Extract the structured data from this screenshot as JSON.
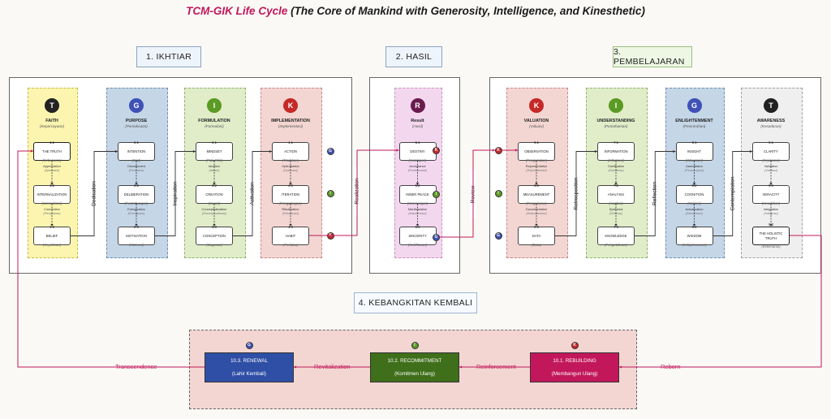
{
  "title": {
    "accent": "TCM-GIK Life Cycle",
    "rest": "(The Core of Mankind with Generosity, Intelligence, and Kinesthetic)"
  },
  "headers": {
    "ikhtiar": "1. IKHTIAR",
    "hasil": "2. HASIL",
    "pembelajaran": "3. PEMBELAJARAN",
    "kebangkitan": "4. KEBANGKITAN KEMBALI"
  },
  "colors": {
    "T": "#222222",
    "G": "#3f51b5",
    "I": "#5b9a24",
    "K": "#c62828",
    "R": "#6a1b4d",
    "accent": "#c2185b"
  },
  "ikhtiar": {
    "faith": {
      "letter": "T",
      "title": "FAITH",
      "sub": "(Kepercayaan)",
      "nodes": [
        {
          "num": "1.1",
          "name": "THE TRUTH",
          "sub": "(Kebenaran)"
        },
        {
          "num": "1.2",
          "name": "INTERNALIZATION",
          "sub": "(Internalisasi)"
        },
        {
          "num": "1.3",
          "name": "BELIEF",
          "sub": "(Keyakinan)"
        }
      ],
      "edges": [
        {
          "name": "Appreciation",
          "sub": "(Apresiasi)"
        },
        {
          "name": "Connection",
          "sub": "(Penyatuan)"
        }
      ]
    },
    "purpose": {
      "letter": "G",
      "title": "PURPOSE",
      "sub": "(Pemaknaan)",
      "nodes": [
        {
          "num": "2.1",
          "name": "INTENTION",
          "sub": "(Niat)"
        },
        {
          "num": "2.2",
          "name": "DELIBERATION",
          "sub": "(Pertimbangan)"
        },
        {
          "num": "2.3",
          "name": "MOTIVATION",
          "sub": "(Motivasi)"
        }
      ],
      "edges": [
        {
          "name": "Discernment",
          "sub": "(Penilaian)"
        },
        {
          "name": "Energization",
          "sub": "(Energisasi)"
        }
      ]
    },
    "formulation": {
      "letter": "I",
      "title": "FORMULATION",
      "sub": "(Formulasi)",
      "nodes": [
        {
          "num": "3.1",
          "name": "MINDSET",
          "sub": "(Pola Pikir)"
        },
        {
          "num": "3.2",
          "name": "CREATION",
          "sub": "(Kreasi)"
        },
        {
          "num": "3.3",
          "name": "CONCEPTION",
          "sub": "(Gagasan)"
        }
      ],
      "edges": [
        {
          "name": "Ideation",
          "sub": "(Ideasi)"
        },
        {
          "name": "Conceptualization",
          "sub": "(Konseptualisasi)"
        }
      ]
    },
    "implementation": {
      "letter": "K",
      "title": "IMPLEMENTATION",
      "sub": "(Implementasi)",
      "nodes": [
        {
          "num": "4.1",
          "name": "ACTION",
          "sub": "(Tindakan)"
        },
        {
          "num": "4.2",
          "name": "ITERATION",
          "sub": "(Pengulangan)"
        },
        {
          "num": "4.3",
          "name": "HABIT",
          "sub": "(Perilaku)"
        }
      ],
      "edges": [
        {
          "name": "Optimization",
          "sub": "(Optimasi)"
        },
        {
          "name": "Ritualization",
          "sub": "(Ritualisasi)"
        }
      ]
    },
    "arrows": {
      "dedication": "Dedication",
      "inspiration": "Inspiration",
      "activation": "Activation"
    }
  },
  "hasil": {
    "letter": "R",
    "title": "Result",
    "sub": "(Hasil)",
    "nodes": [
      {
        "num": "5.1",
        "name": "DESTINY",
        "sub": "(Ketetapan)"
      },
      {
        "num": "5.2",
        "name": "INNER PEACE",
        "sub": "(Ketenangan)"
      },
      {
        "num": "5.3",
        "name": "SINCERITY",
        "sub": "(Keikhlasan)"
      }
    ],
    "edges": [
      {
        "name": "Acceptance",
        "sub": "(Penerimaan)"
      },
      {
        "name": "Manifestation",
        "sub": "(Manifestasi)"
      }
    ],
    "badges": [
      "K",
      "I",
      "G"
    ],
    "arrows": {
      "realization": "Realization",
      "review": "Review"
    }
  },
  "pembelajaran": {
    "valuation": {
      "letter": "K",
      "title": "VALUATION",
      "sub": "(Valuasi)",
      "nodes": [
        {
          "num": "6.1",
          "name": "OBSERVATION",
          "sub": "(Pengamatan)"
        },
        {
          "num": "6.2",
          "name": "MEASUREMENT",
          "sub": "(Pengukuran)"
        },
        {
          "num": "6.3",
          "name": "DATA",
          "sub": "(Data)"
        }
      ],
      "edges": [
        {
          "name": "Representation",
          "sub": "(Representasi)"
        },
        {
          "name": "Documentation",
          "sub": "(Dokumentasi)"
        }
      ]
    },
    "understanding": {
      "letter": "I",
      "title": "UNDERSTANDING",
      "sub": "(Pemahaman)",
      "nodes": [
        {
          "num": "7.1",
          "name": "INFORMATION",
          "sub": "(Informasi)"
        },
        {
          "num": "7.2",
          "name": "ANALYSIS",
          "sub": "(Analisis)"
        },
        {
          "num": "7.3",
          "name": "KNOWLEDGE",
          "sub": "(Pengetahuan)"
        }
      ],
      "edges": [
        {
          "name": "Clarification",
          "sub": "(Klarifikasi)"
        },
        {
          "name": "Synthesis",
          "sub": "(Sintesis)"
        }
      ]
    },
    "enlightenment": {
      "letter": "G",
      "title": "ENLIGHTENMENT",
      "sub": "(Pencerahan)",
      "nodes": [
        {
          "num": "8.1",
          "name": "INSIGHT",
          "sub": "(Wawasan)"
        },
        {
          "num": "8.2",
          "name": "COGNITION",
          "sub": "(Kognisi)"
        },
        {
          "num": "8.3",
          "name": "WISDOM",
          "sub": "(Kebijaksanaan)"
        }
      ],
      "edges": [
        {
          "name": "Assimilation",
          "sub": "(Penyerapan)"
        },
        {
          "name": "Actualization",
          "sub": "(Aktualisasi)"
        }
      ]
    },
    "awareness": {
      "letter": "T",
      "title": "AWARENESS",
      "sub": "(Kesadaran)",
      "nodes": [
        {
          "num": "9.1",
          "name": "CLARITY",
          "sub": "(Kejelasan)"
        },
        {
          "num": "9.2",
          "name": "VERACITY",
          "sub": "(Kesahihan)"
        },
        {
          "num": "9.3",
          "name": "THE HOLISTIC TRUTH",
          "sub": "(Kebenaran)"
        }
      ],
      "edges": [
        {
          "name": "Validation",
          "sub": "(Validasi)"
        },
        {
          "name": "Integration",
          "sub": "(Integrasi)"
        }
      ]
    },
    "arrows": {
      "retrospection": "Retrospection",
      "reflection": "Reflection",
      "contemplation": "Contemplation"
    }
  },
  "kebangkitan": {
    "boxes": [
      {
        "badge": "G",
        "title": "10.3. RENEWAL",
        "sub": "(Lahir Kembali)"
      },
      {
        "badge": "I",
        "title": "10.2. RECOMMITMENT",
        "sub": "(Komitmen Ulang)"
      },
      {
        "badge": "K",
        "title": "10.1. REBUILDING",
        "sub": "(Membangun Ulang)"
      }
    ],
    "arrows": {
      "transcendence": "Transcendence",
      "revitalization": "Revitalization",
      "reinforcement": "Reinforcement",
      "reborn": "Reborn"
    }
  }
}
